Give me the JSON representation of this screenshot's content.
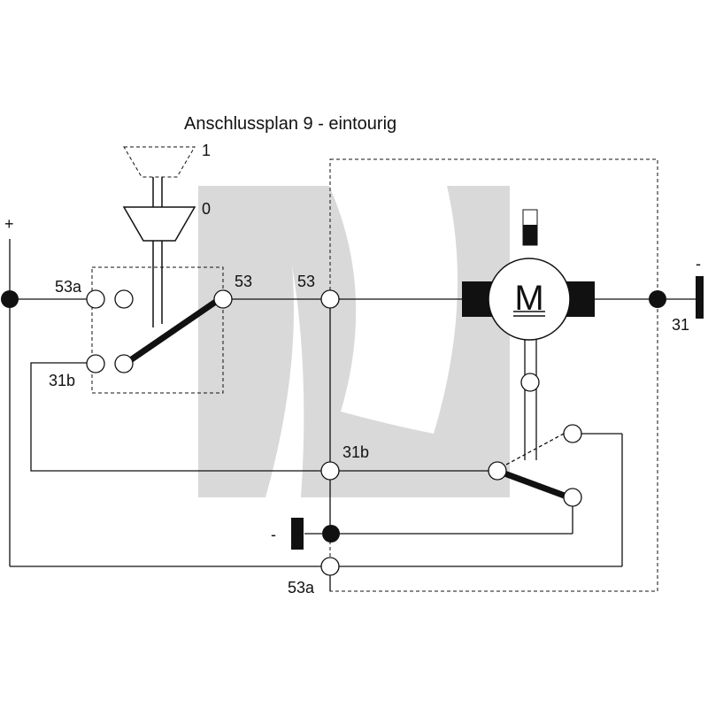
{
  "title": "Anschlussplan 9 - eintourig",
  "switch_positions": {
    "pos1": "1",
    "pos0": "0"
  },
  "labels": {
    "plus": "+",
    "minus_right": "-",
    "minus_bottom": "-",
    "t53a_left": "53a",
    "t31b_left": "31b",
    "t53_switch": "53",
    "t53_motor": "53",
    "t31_right": "31",
    "t31b_bottom": "31b",
    "t53a_bottom": "53a"
  },
  "motor": {
    "letter": "M"
  },
  "colors": {
    "line": "#111111",
    "watermark": "#d9d9d9",
    "background": "#ffffff"
  }
}
